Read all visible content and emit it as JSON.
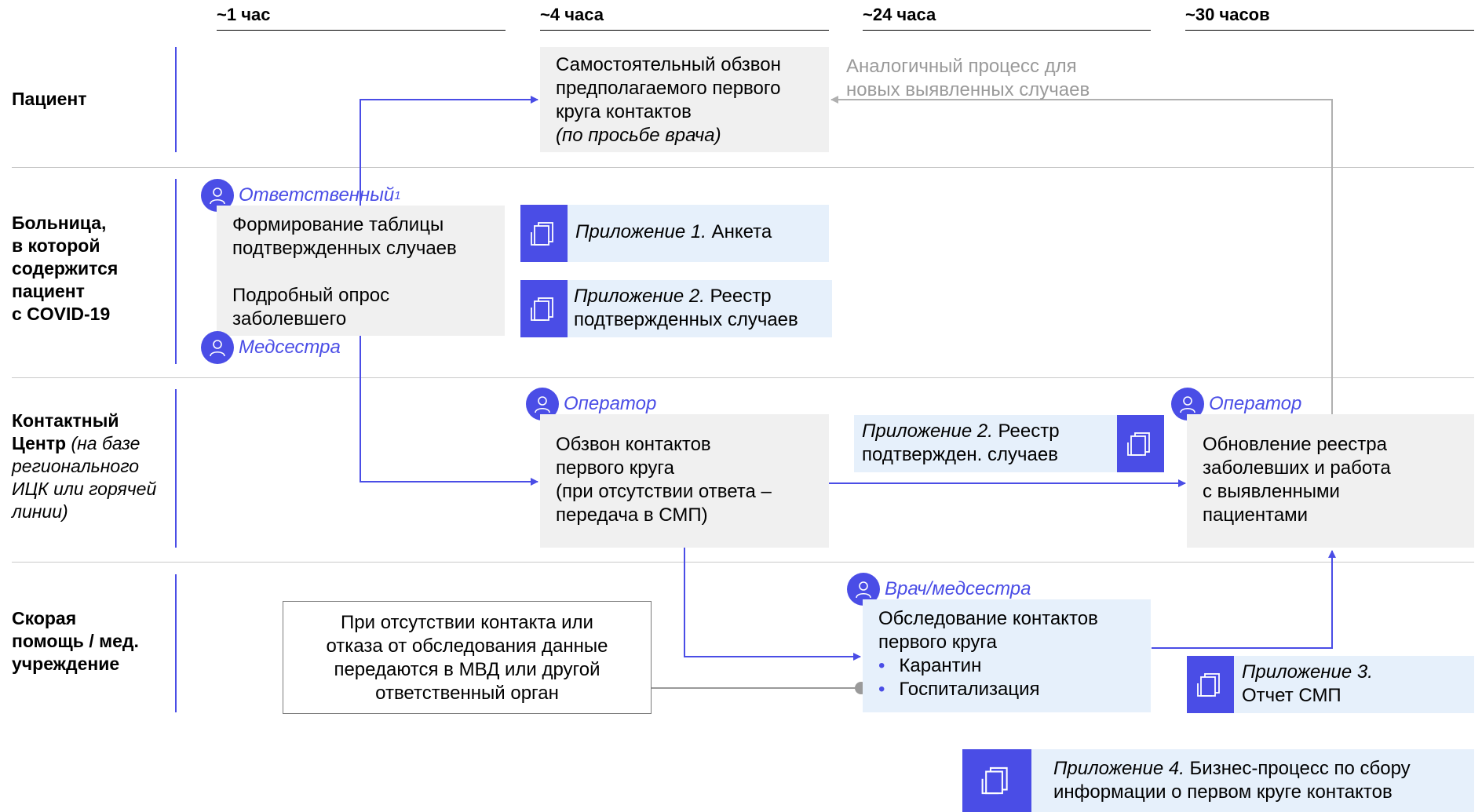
{
  "timeline": [
    "~1 час",
    "~4 часа",
    "~24 часа",
    "~30 часов"
  ],
  "lanes": {
    "patient": "Пациент",
    "hospital": "Больница,\nв которой\nсодержится\nпациент\nс COVID-19",
    "contact_center_bold": "Контактный Центр",
    "contact_center_italic": "(на базе регионального ИЦК или горячей линии)",
    "ambulance": "Скорая\nпомощь / мед.\nучреждение"
  },
  "roles": {
    "responsible": "Ответственный",
    "responsible_sup": "1",
    "nurse": "Медсестра",
    "operator_1": "Оператор",
    "operator_2": "Оператор",
    "doctor_nurse": "Врач/медсестра"
  },
  "boxes": {
    "self_call": {
      "lines": [
        "Самостоятельный обзвон",
        "предполагаемого первого",
        "круга контактов"
      ],
      "italic": "(по просьбе врача)"
    },
    "similar_process": "Аналогичный процесс для\nновых выявленных случаев",
    "table_formation": "Формирование таблицы\nподтвержденных случаев",
    "detailed_survey": "Подробный опрос\nзаболевшего",
    "call_contacts": "Обзвон контактов\nпервого круга\n(при отсутствии ответа –\nпередача в СМП)",
    "update_registry": "Обновление реестра\nзаболевших и работа\nс выявленными\nпациентами",
    "examination": {
      "title": "Обследование контактов\nпервого круга",
      "bullets": [
        "Карантин",
        "Госпитализация"
      ],
      "bullet_char": "•"
    },
    "no_contact_note": "При отсутствии контакта или\nотказа от обследования данные\nпередаются в МВД или другой\nответственный орган"
  },
  "appendices": {
    "app1": {
      "italic": "Приложение 1.",
      "text": " Анкета"
    },
    "app2": {
      "italic": "Приложение 2.",
      "text": " Реестр\nподтвержденных случаев"
    },
    "app2b": {
      "italic": "Приложение 2.",
      "text": " Реестр\nподтвержден. случаев"
    },
    "app3": {
      "italic": "Приложение 3.",
      "text": "\nОтчет СМП"
    },
    "app4": {
      "italic": "Приложение 4.",
      "text": " Бизнес-процесс по сбору\nинформации о первом круге контактов"
    }
  },
  "icons": {
    "role": "person-icon",
    "appendix": "document-stack-icon"
  },
  "colors": {
    "accent": "#4a4de6",
    "box_grey": "#f0f0f0",
    "box_blue": "#e6f0fb",
    "grey_text": "#9a9a9a",
    "grey_line": "#b0b0b0"
  }
}
